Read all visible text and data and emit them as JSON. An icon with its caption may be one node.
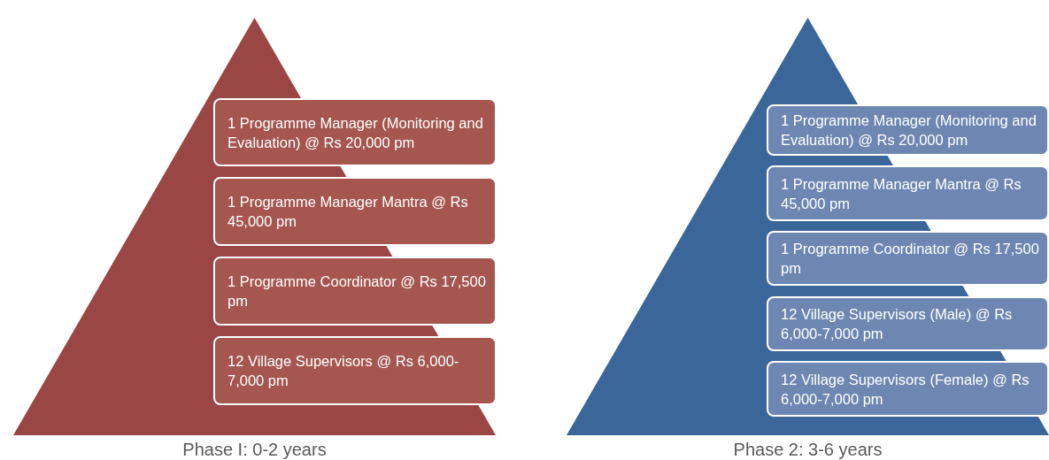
{
  "diagram": {
    "nodes": [
      {
        "text": [
          "Phase I: 0-2 years"
        ]
      },
      {
        "text": [
          "1 Programme Manager (Monitoring and Evaluation) @ Rs 20,000 pm"
        ],
        "in": 0
      },
      {
        "text": [
          "1 Programme Manager Mantra @ Rs 45,000 pm"
        ],
        "in": 0
      },
      {
        "text": [
          "1 Programme Coordinator @ Rs 17,500 pm"
        ],
        "in": 0
      },
      {
        "text": [
          "12 Village Supervisors @ Rs 6,000-7,000 pm"
        ],
        "in": 0
      },
      {
        "text": [
          "Phase 2: 3-6 years"
        ]
      },
      {
        "text": [
          "1 Programme Manager (Monitoring and Evaluation) @ Rs 20,000 pm"
        ],
        "in": 5
      },
      {
        "text": [
          "1 Programme Manager Mantra @ Rs 45,000 pm"
        ],
        "in": 5
      },
      {
        "text": [
          "1 Programme Coordinator @ Rs 17,500 pm"
        ],
        "in": 5
      },
      {
        "text": [
          "12 Village Supervisors (Male) @ Rs 6,000-7,000 pm"
        ],
        "in": 5
      },
      {
        "text": [
          "12 Village Supervisors (Female) @ Rs 6,000-7,000 pm"
        ],
        "in": 5
      }
    ],
    "edges": []
  }
}
